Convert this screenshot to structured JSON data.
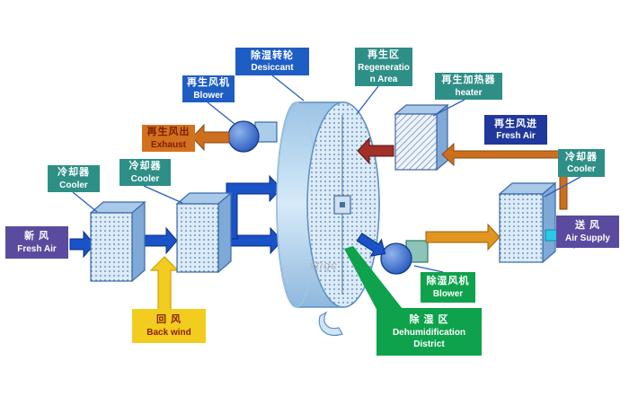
{
  "diagram": {
    "watermark": "xtjqc",
    "labels": {
      "desiccant": {
        "zh": "除湿转轮",
        "en": "Desiccant"
      },
      "regen_area": {
        "zh": "再生区",
        "en": "Regeneration Area"
      },
      "regen_blower": {
        "zh": "再生风机",
        "en": "Blower"
      },
      "regen_heater": {
        "zh": "再生加热器",
        "en": "heater"
      },
      "exhaust": {
        "zh": "再生风出",
        "en": "Exhaust"
      },
      "regen_fresh": {
        "zh": "再生风进",
        "en": "Fresh Air"
      },
      "cooler_right": {
        "zh": "冷却器",
        "en": "Cooler"
      },
      "cooler1": {
        "zh": "冷却器",
        "en": "Cooler"
      },
      "cooler2": {
        "zh": "冷却器",
        "en": "Cooler"
      },
      "fresh_air": {
        "zh": "新 风",
        "en": "Fresh Air"
      },
      "air_supply": {
        "zh": "送 风",
        "en": "Air Supply"
      },
      "back_wind": {
        "zh": "回 风",
        "en": "Back wind"
      },
      "dehum_blower": {
        "zh": "除湿风机",
        "en": "Blower"
      },
      "dehum_district": {
        "zh": "除 湿 区",
        "en": "Dehumidification",
        "en2": "District"
      }
    },
    "colors": {
      "process_arrow_blue": "#1a52c8",
      "regen_arrow_orange": "#cc6f1e",
      "hot_air_arrow_red": "#a03028",
      "return_arrow_yellow": "#f2cc1e",
      "supply_arrow_cyan": "#2cc8e8",
      "supply_arrow_amber": "#e0951e",
      "zone_green": "#0fa24c",
      "label_blue": "#1e5ec4",
      "label_teal": "#2e8f87",
      "label_purple": "#5b4b9e"
    }
  }
}
